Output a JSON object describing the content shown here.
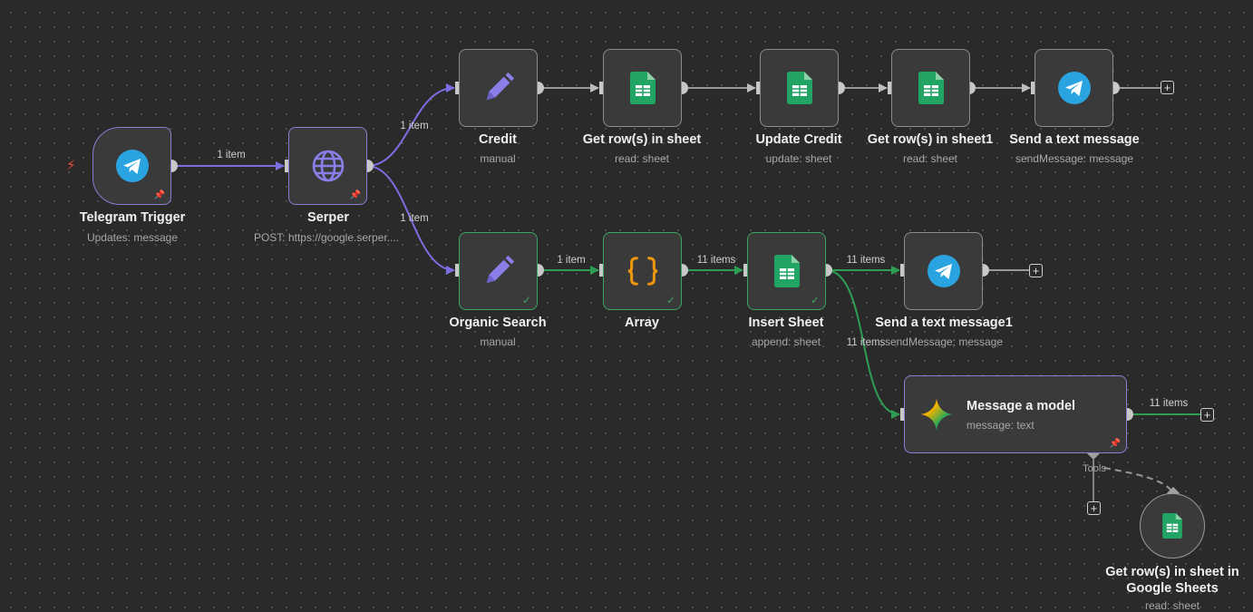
{
  "nodes": {
    "telegram_trigger": {
      "title": "Telegram Trigger",
      "subtitle": "Updates: message",
      "icon": "telegram-icon"
    },
    "serper": {
      "title": "Serper",
      "subtitle": "POST: https://google.serper....",
      "icon": "globe-icon"
    },
    "credit": {
      "title": "Credit",
      "subtitle": "manual",
      "icon": "pencil-icon"
    },
    "get_rows": {
      "title": "Get row(s) in sheet",
      "subtitle": "read: sheet",
      "icon": "google-sheets-icon"
    },
    "update_credit": {
      "title": "Update Credit",
      "subtitle": "update: sheet",
      "icon": "google-sheets-icon"
    },
    "get_rows1": {
      "title": "Get row(s) in sheet1",
      "subtitle": "read: sheet",
      "icon": "google-sheets-icon"
    },
    "send_text": {
      "title": "Send a text message",
      "subtitle": "sendMessage: message",
      "icon": "telegram-icon"
    },
    "organic_search": {
      "title": "Organic Search",
      "subtitle": "manual",
      "icon": "pencil-icon"
    },
    "array": {
      "title": "Array",
      "subtitle": "",
      "icon": "code-braces-icon"
    },
    "insert_sheet": {
      "title": "Insert Sheet",
      "subtitle": "append: sheet",
      "icon": "google-sheets-icon"
    },
    "send_text1": {
      "title": "Send a text message1",
      "subtitle": "sendMessage: message",
      "icon": "telegram-icon"
    },
    "message_model": {
      "title": "Message a model",
      "subtitle": "message: text",
      "icon": "gemini-sparkle-icon"
    },
    "get_rows_gs": {
      "title": "Get row(s) in sheet in Google Sheets",
      "subtitle": "read: sheet",
      "icon": "google-sheets-icon"
    }
  },
  "edge_labels": {
    "trigger_serper": "1 item",
    "serper_credit": "1 item",
    "serper_organic": "1 item",
    "organic_array": "1 item",
    "array_insert": "11 items",
    "insert_send1": "11 items",
    "insert_model": "11 items",
    "model_out": "11 items"
  },
  "tools_label": "Tools",
  "plus_symbol": "+",
  "colors": {
    "canvas_bg": "#2a2a2a",
    "node_bg": "#3a3a3a",
    "pinned_border": "#8a7fd6",
    "success_border": "#3aa55d",
    "edge_default": "#bdbdbd",
    "edge_purple": "#7a6ee0",
    "edge_green": "#2f9e55",
    "telegram_blue": "#2aa4e0",
    "sheets_green": "#21a464",
    "code_orange": "#f0960e"
  }
}
